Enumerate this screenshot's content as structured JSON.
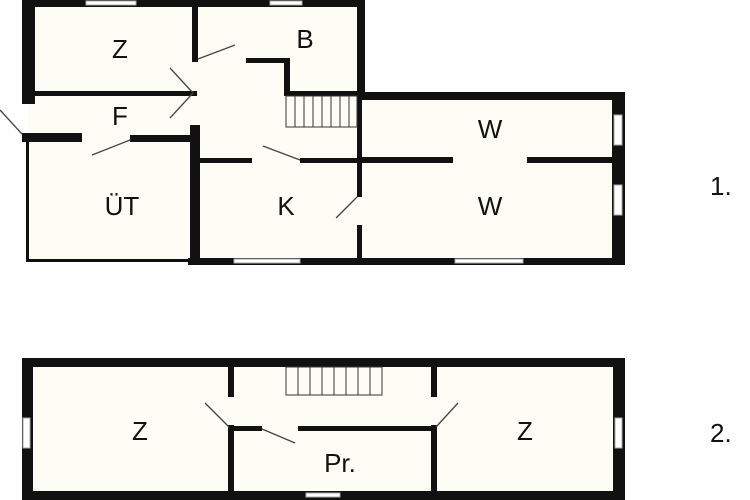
{
  "floors": [
    {
      "label": "1.",
      "rooms": [
        "Z",
        "B",
        "F",
        "ÜT",
        "K",
        "W",
        "W"
      ]
    },
    {
      "label": "2.",
      "rooms": [
        "Z",
        "Pr.",
        "Z"
      ]
    }
  ],
  "colors": {
    "floor_fill": "#fdfdf6",
    "wall": "#111111"
  }
}
